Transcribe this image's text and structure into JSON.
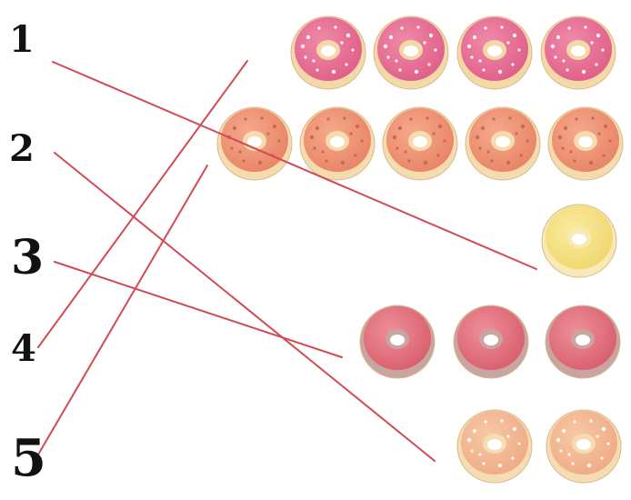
{
  "numbers": [
    "1",
    "2",
    "3",
    "4",
    "5"
  ],
  "groups": [
    {
      "id": "pink-sprinkle-donuts",
      "count": 4,
      "frosting": "#f08aa8",
      "frosting_dark": "#e0608a",
      "dough": "#f3d9a8",
      "sprinkles": "#ffffff"
    },
    {
      "id": "peach-dotted-donuts",
      "count": 5,
      "frosting": "#f6a98c",
      "frosting_dark": "#e98567",
      "dough": "#f5dcae",
      "sprinkles": "#c7654e"
    },
    {
      "id": "yellow-donut",
      "count": 1,
      "frosting": "#fbeaa0",
      "frosting_dark": "#f0d870",
      "dough": "#f7eab8",
      "sprinkles": ""
    },
    {
      "id": "mauve-rim-donuts",
      "count": 3,
      "frosting": "#ee8f98",
      "frosting_dark": "#d9606e",
      "dough": "#c9a4a0",
      "sprinkles": ""
    },
    {
      "id": "light-peach-donuts",
      "count": 2,
      "frosting": "#f8c8a6",
      "frosting_dark": "#efac86",
      "dough": "#f5dcb2",
      "sprinkles": "#ffffff"
    }
  ],
  "line_color": "#d24a54"
}
